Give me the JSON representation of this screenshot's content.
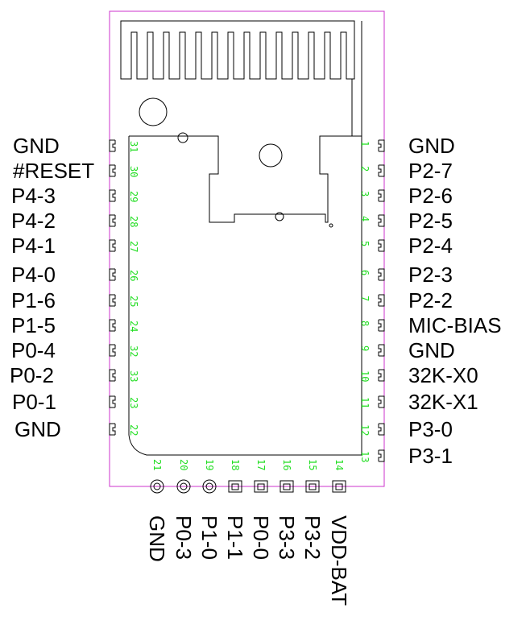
{
  "left_pins": [
    {
      "label": "GND",
      "number": "31"
    },
    {
      "label": "#RESET",
      "number": "30"
    },
    {
      "label": "P4-3",
      "number": "29"
    },
    {
      "label": "P4-2",
      "number": "28"
    },
    {
      "label": "P4-1",
      "number": "27"
    },
    {
      "label": "P4-0",
      "number": "26"
    },
    {
      "label": "P1-6",
      "number": "25"
    },
    {
      "label": "P1-5",
      "number": "24"
    },
    {
      "label": "P0-4",
      "number": "32"
    },
    {
      "label": "P0-2",
      "number": "33"
    },
    {
      "label": "P0-1",
      "number": "23"
    },
    {
      "label": "GND",
      "number": "22"
    }
  ],
  "right_pins": [
    {
      "label": "GND",
      "number": "1"
    },
    {
      "label": "P2-7",
      "number": "2"
    },
    {
      "label": "P2-6",
      "number": "3"
    },
    {
      "label": "P2-5",
      "number": "4"
    },
    {
      "label": "P2-4",
      "number": "5"
    },
    {
      "label": "P2-3",
      "number": "6"
    },
    {
      "label": "P2-2",
      "number": "7"
    },
    {
      "label": "MIC-BIAS",
      "number": "8"
    },
    {
      "label": "GND",
      "number": "9"
    },
    {
      "label": "32K-X0",
      "number": "10"
    },
    {
      "label": "32K-X1",
      "number": "11"
    },
    {
      "label": "P3-0",
      "number": "12"
    },
    {
      "label": "P3-1",
      "number": "13"
    }
  ],
  "bottom_pins": [
    {
      "label": "GND",
      "number": "21",
      "shape": "circle"
    },
    {
      "label": "P0-3",
      "number": "20",
      "shape": "circle"
    },
    {
      "label": "P1-0",
      "number": "19",
      "shape": "circle"
    },
    {
      "label": "P1-1",
      "number": "18",
      "shape": "square"
    },
    {
      "label": "P0-0",
      "number": "17",
      "shape": "square"
    },
    {
      "label": "P3-3",
      "number": "16",
      "shape": "square"
    },
    {
      "label": "P3-2",
      "number": "15",
      "shape": "square"
    },
    {
      "label": "VDD-BAT",
      "number": "14",
      "shape": "square"
    }
  ],
  "colors": {
    "outline": "#cc33cc",
    "drawing": "#000000",
    "pin_numbers": "#22dd22"
  }
}
